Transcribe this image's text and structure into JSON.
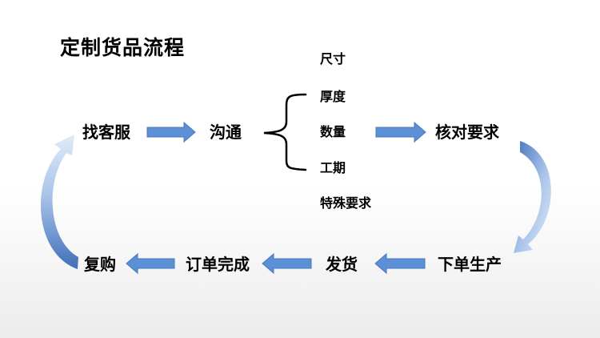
{
  "title": "定制货品流程",
  "flow": {
    "step1": "找客服",
    "step2": "沟通",
    "step3": "核对要求",
    "step4": "下单生产",
    "step5": "发货",
    "step6": "订单完成",
    "step7": "复购"
  },
  "details": [
    "尺寸",
    "厚度",
    "数量",
    "工期",
    "特殊要求"
  ],
  "colors": {
    "arrow_fill": "#5b8fd6",
    "arrow_stroke": "#4a78bb",
    "curve_dark": "#3f6fb8",
    "curve_light": "#d6e4f5"
  }
}
